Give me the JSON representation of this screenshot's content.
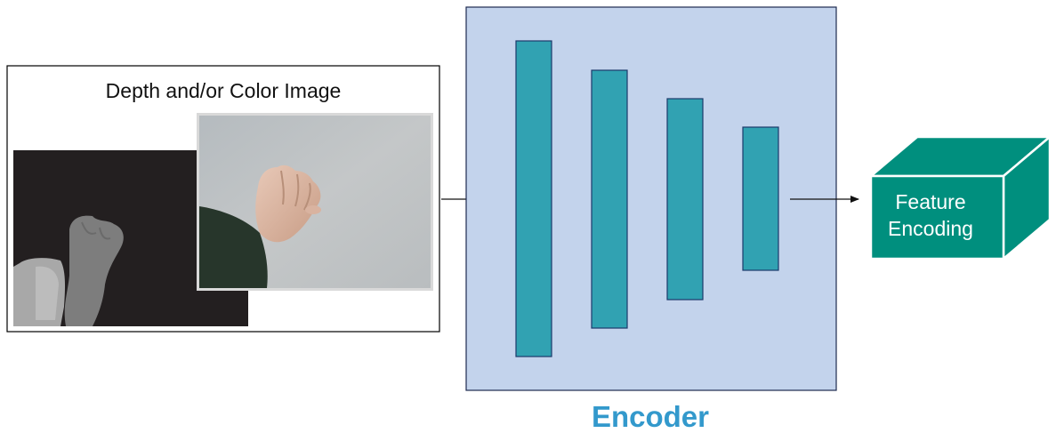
{
  "input_panel": {
    "title": "Depth and/or Color Image"
  },
  "encoder": {
    "label": "Encoder",
    "label_color": "#3399cc",
    "block_fill": "#c3d3ec",
    "layer_fill": "#31a2b2"
  },
  "output": {
    "line1": "Feature",
    "line2": "Encoding",
    "cube_color": "#008f7e"
  },
  "images": {
    "depth_image": "depth-hand-image",
    "color_image": "color-hand-photo"
  }
}
